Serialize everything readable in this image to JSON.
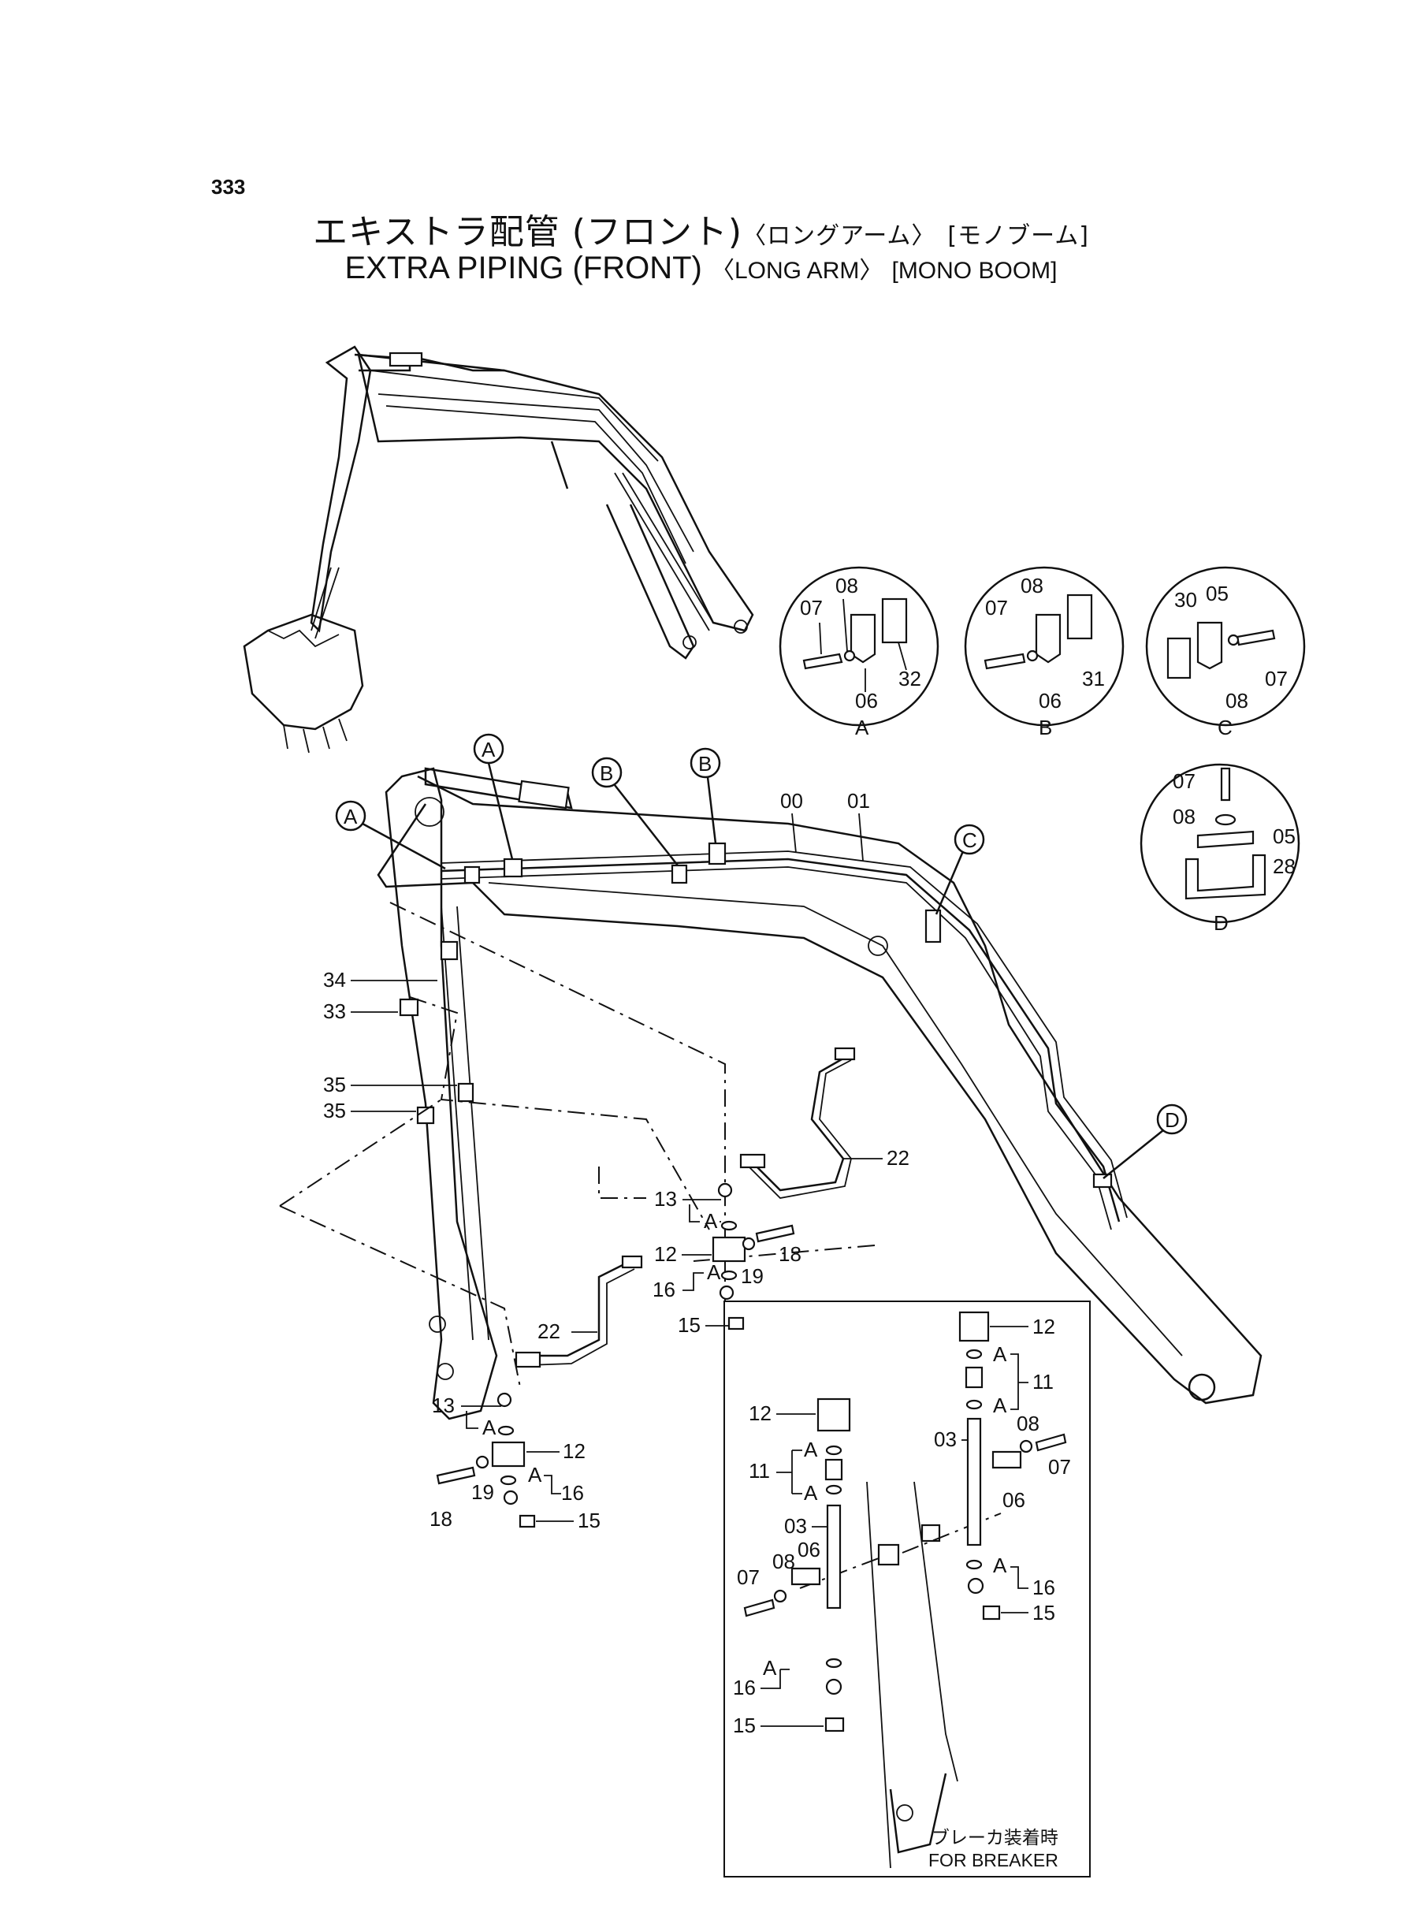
{
  "page_number": "333",
  "title": {
    "jp_main": "エキストラ配管 (フロント)",
    "jp_arm": "〈ロングアーム〉",
    "jp_boom": "[モノブーム]",
    "en_main": "EXTRA  PIPING  (FRONT)",
    "en_arm": "〈LONG ARM〉",
    "en_boom": "[MONO BOOM]"
  },
  "detail_views": [
    "A",
    "B",
    "C",
    "D"
  ],
  "callouts": {
    "A1": "A",
    "A2": "A",
    "B1": "B",
    "B2": "B",
    "C1": "C",
    "D1": "D"
  },
  "detail_A": {
    "p07": "07",
    "p08": "08",
    "p06": "06",
    "p32": "32",
    "name": "A"
  },
  "detail_B": {
    "p07": "07",
    "p08": "08",
    "p06": "06",
    "p31": "31",
    "name": "B"
  },
  "detail_C": {
    "p30": "30",
    "p05": "05",
    "p08": "08",
    "p07": "07",
    "name": "C"
  },
  "detail_D": {
    "p07": "07",
    "p08": "08",
    "p05": "05",
    "p28": "28",
    "name": "D"
  },
  "main_parts": {
    "p00": "00",
    "p01": "01",
    "p34": "34",
    "p33": "33",
    "p35a": "35",
    "p35b": "35",
    "p22a": "22",
    "p22b": "22",
    "p13a": "13",
    "p13b": "13",
    "pAa": "A",
    "pAb": "A",
    "pAc": "A",
    "pAd": "A",
    "p12a": "12",
    "p12b": "12",
    "p19a": "19",
    "p19b": "19",
    "p18a": "18",
    "p18b": "18",
    "p16a": "16",
    "p16b": "16",
    "p15a": "15",
    "p15b": "15"
  },
  "breaker_inset": {
    "note_jp": "ブレーカ装着時",
    "note_en": "FOR  BREAKER",
    "left": {
      "p12": "12",
      "p11": "11",
      "pA1": "A",
      "pA2": "A",
      "p03": "03",
      "p06": "06",
      "p08": "08",
      "p07": "07",
      "pA3": "A",
      "p16": "16",
      "p15": "15"
    },
    "right": {
      "p12": "12",
      "pA1": "A",
      "p11": "11",
      "pA2": "A",
      "p03": "03",
      "p08": "08",
      "p07": "07",
      "p06": "06",
      "pA3": "A",
      "p16": "16",
      "p15": "15"
    }
  }
}
